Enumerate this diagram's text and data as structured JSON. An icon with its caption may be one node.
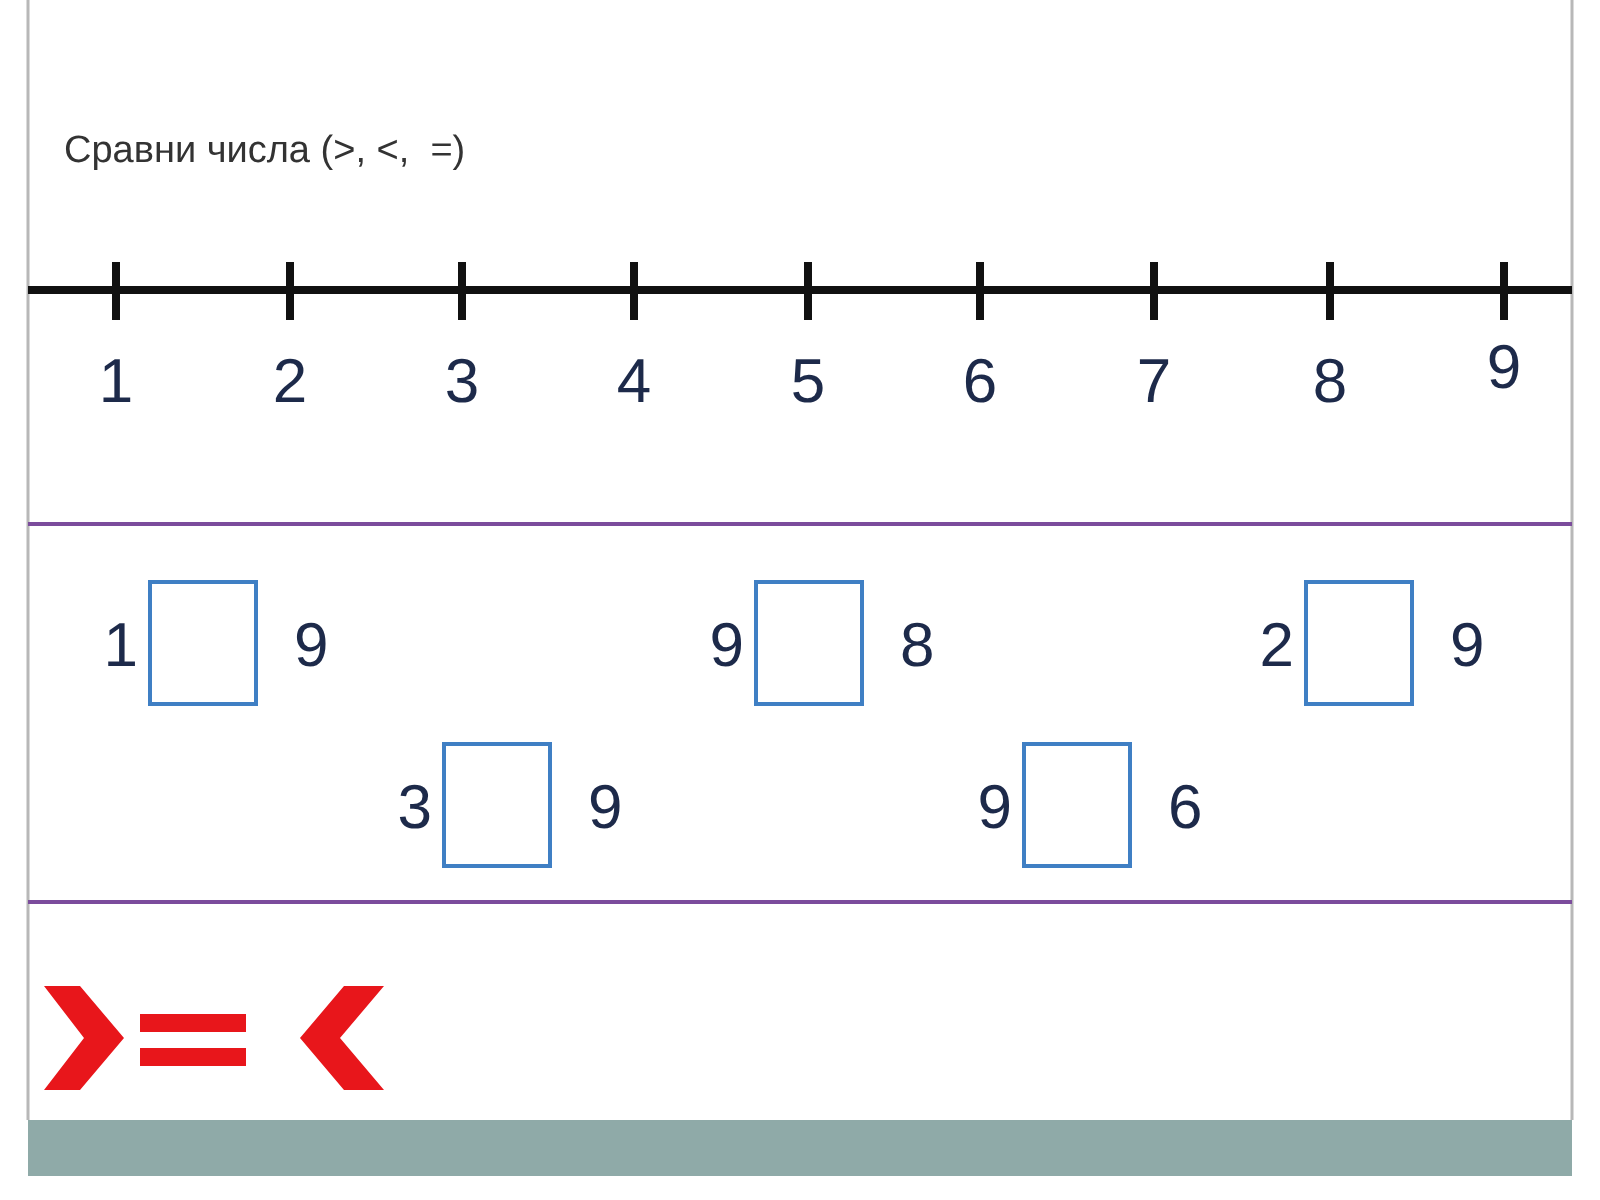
{
  "diagram": {
    "title": "Сравни числа (>, <,  =)",
    "nodes": [
      {
        "text": [],
        "shape": "box",
        "beside": [
          "1",
          "9"
        ]
      },
      {
        "text": [],
        "shape": "box",
        "beside": [
          "9",
          "8"
        ]
      },
      {
        "text": [],
        "shape": "box",
        "beside": [
          "2",
          "9"
        ]
      },
      {
        "text": [],
        "shape": "box",
        "beside": [
          "3",
          "9"
        ]
      },
      {
        "text": [],
        "shape": "box",
        "beside": [
          "9",
          "6"
        ]
      }
    ],
    "labels": [
      "1",
      "2",
      "3",
      "4",
      "5",
      "6",
      "7",
      "8",
      "9"
    ]
  }
}
